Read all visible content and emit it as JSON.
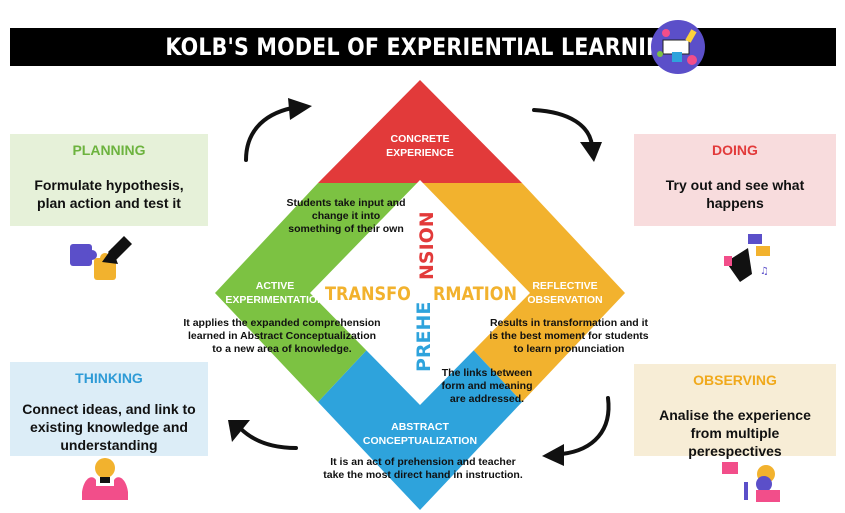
{
  "title": "KOLB'S MODEL OF EXPERIENTIAL LEARNING",
  "panels": {
    "planning": {
      "title": "PLANNING",
      "text": "Formulate hypothesis, plan action and test it"
    },
    "doing": {
      "title": "DOING",
      "text": "Try out and see what happens"
    },
    "thinking": {
      "title": "THINKING",
      "text": "Connect ideas, and link to existing knowledge and understanding"
    },
    "observing": {
      "title": "OBSERVING",
      "text": "Analise the experience from multiple perespectives"
    }
  },
  "stages": {
    "concrete": {
      "label_line1": "CONCRETE",
      "label_line2": "EXPERIENCE",
      "color": "#e23a3a"
    },
    "reflective": {
      "label_line1": "REFLECTIVE",
      "label_line2": "OBSERVATION",
      "color": "#f2b22e"
    },
    "abstract": {
      "label_line1": "ABSTRACT",
      "label_line2": "CONCEPTUALIZATION",
      "color": "#2ea3dc"
    },
    "active": {
      "label_line1": "ACTIVE",
      "label_line2": "EXPERIMENTATION",
      "color": "#7cc242"
    }
  },
  "descriptions": {
    "concrete": [
      "Students take input and",
      "change it into",
      "something of their own"
    ],
    "reflective": [
      "Results in transformation and it",
      "is the best moment for students",
      "to learn pronunciation"
    ],
    "links": [
      "The links between",
      "form and meaning",
      "are addressed."
    ],
    "active": [
      "It applies the expanded comprehension",
      "learned in Abstract Conceptualization",
      "to a new area of knowledge."
    ],
    "abstract": [
      "It is an act of prehension and teacher",
      "take the most direct hand in instruction."
    ]
  },
  "center": {
    "horizontal_left": "TRANSFO",
    "horizontal_right": "RMATION",
    "vertical_top": "NSION",
    "vertical_bottom": "PREHE"
  },
  "colors": {
    "title_bg": "#000000",
    "planning_bg": "#e6f1d9",
    "doing_bg": "#f8dcdd",
    "thinking_bg": "#dcedf7",
    "observing_bg": "#f7edd6",
    "planning_title": "#6db33f",
    "doing_title": "#e23a3a",
    "thinking_title": "#2e9bd6",
    "observing_title": "#f0a91c"
  },
  "icons": [
    "puzzle-icon",
    "video-interaction-icon",
    "lightbulb-icon",
    "listening-icon",
    "classroom-icon"
  ]
}
